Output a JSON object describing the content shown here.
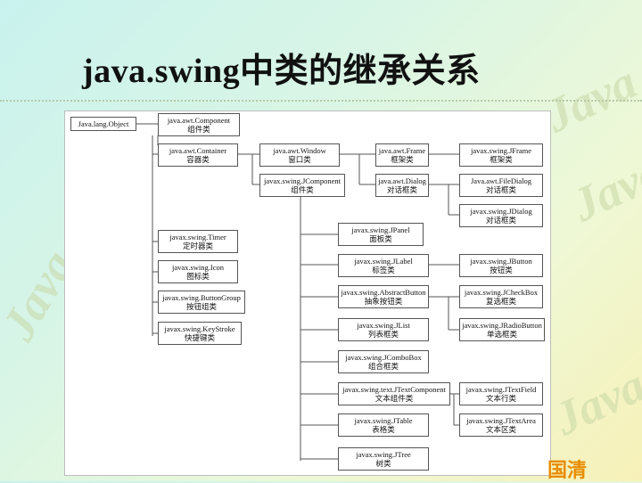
{
  "title": "java.swing中类的继承关系",
  "footer": {
    "author": "国清"
  },
  "nodes": {
    "object": {
      "en": "Java.lang.Object",
      "cn": ""
    },
    "component": {
      "en": "java.awt.Component",
      "cn": "组件类"
    },
    "container": {
      "en": "java.awt.Container",
      "cn": "容器类"
    },
    "window": {
      "en": "java.awt.Window",
      "cn": "窗口类"
    },
    "frame": {
      "en": "java.awt.Frame",
      "cn": "框架类"
    },
    "jframe": {
      "en": "javax.swing.JFrame",
      "cn": "框架类"
    },
    "jcomponent": {
      "en": "javax.swing.JComponent",
      "cn": "组件类"
    },
    "dialog": {
      "en": "java.awt.Dialog",
      "cn": "对话框类"
    },
    "filedialog": {
      "en": "Java.awt.FileDialog",
      "cn": "对话框类"
    },
    "jdialog": {
      "en": "javax.swing.JDialog",
      "cn": "对话框类"
    },
    "timer": {
      "en": "javax.swing.Timer",
      "cn": "定时器类"
    },
    "icon": {
      "en": "javax.swing.Icon",
      "cn": "图标类"
    },
    "buttongroup": {
      "en": "javax.swing.ButtonGroup",
      "cn": "按钮组类"
    },
    "keystroke": {
      "en": "javax.swing.KeyStroke",
      "cn": "快捷键类"
    },
    "jpanel": {
      "en": "javax.swing.JPanel",
      "cn": "面板类"
    },
    "jlabel": {
      "en": "javax.swing.JLabel",
      "cn": "标签类"
    },
    "abstractbutton": {
      "en": "javax.swing.AbstractButton",
      "cn": "抽象按钮类"
    },
    "jlist": {
      "en": "javax.swing.JList",
      "cn": "列表框类"
    },
    "jcombobox": {
      "en": "javax.swing.JComboBox",
      "cn": "组合框类"
    },
    "jtextcomponent": {
      "en": "javax.swing.text.JTextComponent",
      "cn": "文本组件类"
    },
    "jtable": {
      "en": "javax.swing.JTable",
      "cn": "表格类"
    },
    "jtree": {
      "en": "javax.swing.JTree",
      "cn": "树类"
    },
    "jbutton": {
      "en": "javax.swing.JButton",
      "cn": "按钮类"
    },
    "jcheckbox": {
      "en": "javax.swing.JCheckBox",
      "cn": "复选框类"
    },
    "jradiobutton": {
      "en": "javax.swing.JRadioButton",
      "cn": "单选框类"
    },
    "jtextfield": {
      "en": "javax.swing.JTextField",
      "cn": "文本行类"
    },
    "jtextarea": {
      "en": "javax.swing.JTextArea",
      "cn": "文本区类"
    }
  },
  "colors": {
    "line": "#555555",
    "footer_accent": "#e88c00"
  }
}
